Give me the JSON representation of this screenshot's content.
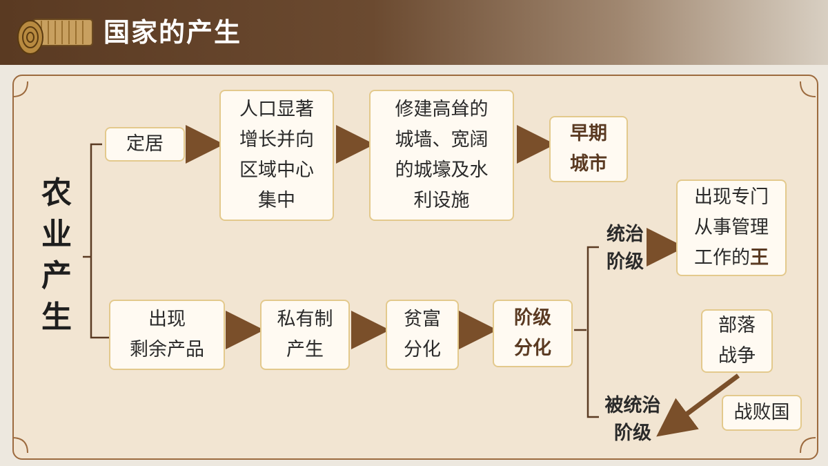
{
  "header": {
    "title": "国家的产生"
  },
  "diagram": {
    "root": "农\n业\n产\n生",
    "nodes": {
      "dingju": "定居",
      "renkou": "人口显著\n增长并向\n区域中心\n集中",
      "xiujian": "修建高耸的\n城墙、宽阔\n的城壕及水\n利设施",
      "zaoqi": "早期\n城市",
      "shengyu": "出现\n剩余产品",
      "siyou": "私有制\n产生",
      "pinfu": "贫富\n分化",
      "jieji": "阶级\n分化",
      "tongzhi": "统治\n阶级",
      "beitongzhi": "被统治\n阶级",
      "wang_prefix": "出现专门\n从事管理\n工作的",
      "wang_emphasis": "王",
      "buluo": "部落\n战争",
      "zhanbai": "战败国"
    }
  },
  "colors": {
    "header_dark": "#5a3a22",
    "panel_bg": "#f2e5d2",
    "panel_border": "#9c6a3e",
    "box_border": "#e3c98c",
    "arrow": "#7a4f2a"
  }
}
